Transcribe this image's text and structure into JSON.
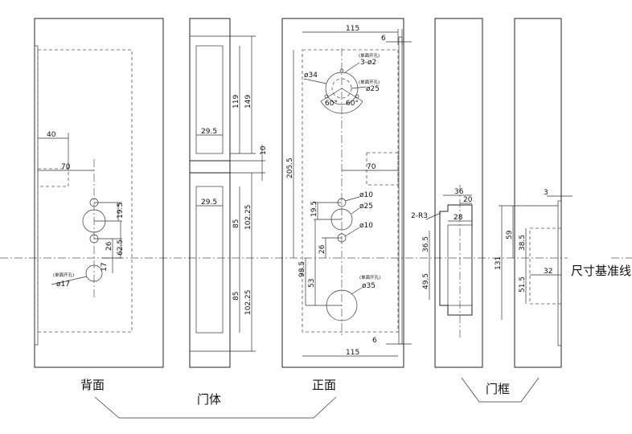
{
  "labels": {
    "back": "背面",
    "door_body": "门体",
    "front": "正面",
    "frame": "门框",
    "baseline": "尺寸基准线"
  },
  "dims": {
    "back": {
      "d40": "40",
      "d70": "70",
      "d19_5": "19.5",
      "d17": "17",
      "d26": "26",
      "d62_5": "62.5",
      "phi17": "ø17",
      "note": "(单面开孔)"
    },
    "side": {
      "d119": "119",
      "d149": "149",
      "d29_5a": "29.5",
      "d10": "10",
      "d29_5b": "29.5",
      "d85a": "85",
      "d102_25a": "102.25",
      "d85b": "85",
      "d102_25b": "102.25"
    },
    "front": {
      "d115a": "115",
      "d6a": "6",
      "note1": "(单面开孔)",
      "holes3": "3-ø2",
      "phi34": "ø34",
      "note2": "(单面开孔)",
      "phi25a": "ø25",
      "ang1": "60°",
      "ang2": "60°",
      "d205_5": "205.5",
      "d70": "70",
      "phi10a": "ø10",
      "d19_5": "19.5",
      "phi25b": "ø25",
      "phi10b": "ø10",
      "d26": "26",
      "d98_5": "98.5",
      "d53": "53",
      "note3": "(单面开孔)",
      "phi35": "ø35",
      "d6b": "6",
      "d115b": "115"
    },
    "frame": {
      "d36": "36",
      "d20": "20",
      "r3": "2-R3",
      "d28": "28",
      "d36_5": "36.5",
      "d49_5": "49.5",
      "d3": "3",
      "d59": "59",
      "d131": "131",
      "d38_5": "38.5",
      "d32": "32",
      "d51_5": "51.5"
    }
  }
}
